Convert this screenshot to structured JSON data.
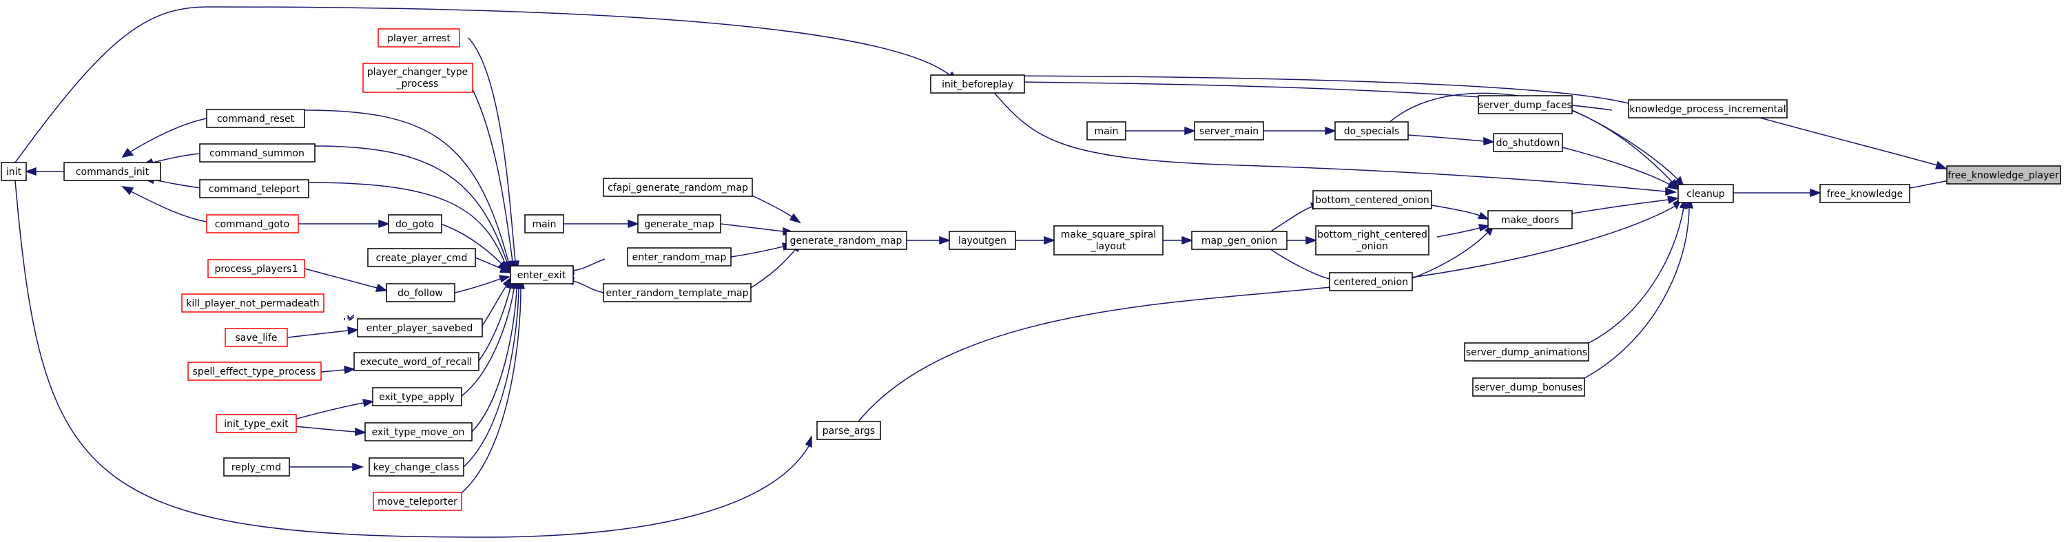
{
  "colors": {
    "edge": "#191970",
    "red_border": "#ff0000",
    "root_fill": "#bfbfbf"
  },
  "nodes": {
    "player_arrest": "player_arrest",
    "player_changer_type_process_1": "player_changer_type",
    "player_changer_type_process_2": "_process",
    "command_reset": "command_reset",
    "command_summon": "command_summon",
    "command_teleport": "command_teleport",
    "command_goto": "command_goto",
    "init": "init",
    "commands_init": "commands_init",
    "do_goto": "do_goto",
    "create_player_cmd": "create_player_cmd",
    "process_players1": "process_players1",
    "do_follow": "do_follow",
    "kill_player_not_permadeath": "kill_player_not_permadeath",
    "enter_player_savebed": "enter_player_savebed",
    "save_life": "save_life",
    "spell_effect_type_process": "spell_effect_type_process",
    "execute_word_of_recall": "execute_word_of_recall",
    "exit_type_apply": "exit_type_apply",
    "init_type_exit": "init_type_exit",
    "exit_type_move_on": "exit_type_move_on",
    "reply_cmd": "reply_cmd",
    "key_change_class": "key_change_class",
    "move_teleporter": "move_teleporter",
    "enter_exit": "enter_exit",
    "cfapi_generate_random_map": "cfapi_generate_random_map",
    "main_left": "main",
    "generate_map": "generate_map",
    "enter_random_map": "enter_random_map",
    "enter_random_template_map": "enter_random_template_map",
    "generate_random_map": "generate_random_map",
    "layoutgen": "layoutgen",
    "make_square_spiral_layout_1": "make_square_spiral",
    "make_square_spiral_layout_2": "_layout",
    "map_gen_onion": "map_gen_onion",
    "bottom_centered_onion": "bottom_centered_onion",
    "bottom_right_centered_onion_1": "bottom_right_centered",
    "bottom_right_centered_onion_2": "_onion",
    "centered_onion": "centered_onion",
    "make_doors": "make_doors",
    "init_beforeplay": "init_beforeplay",
    "main_top": "main",
    "server_main": "server_main",
    "do_specials": "do_specials",
    "do_shutdown": "do_shutdown",
    "server_dump_faces": "server_dump_faces",
    "knowledge_process_incremental": "knowledge_process_incremental",
    "cleanup": "cleanup",
    "free_knowledge": "free_knowledge",
    "free_knowledge_player": "free_knowledge_player",
    "server_dump_animations": "server_dump_animations",
    "server_dump_bonuses": "server_dump_bonuses",
    "parse_args": "parse_args"
  }
}
